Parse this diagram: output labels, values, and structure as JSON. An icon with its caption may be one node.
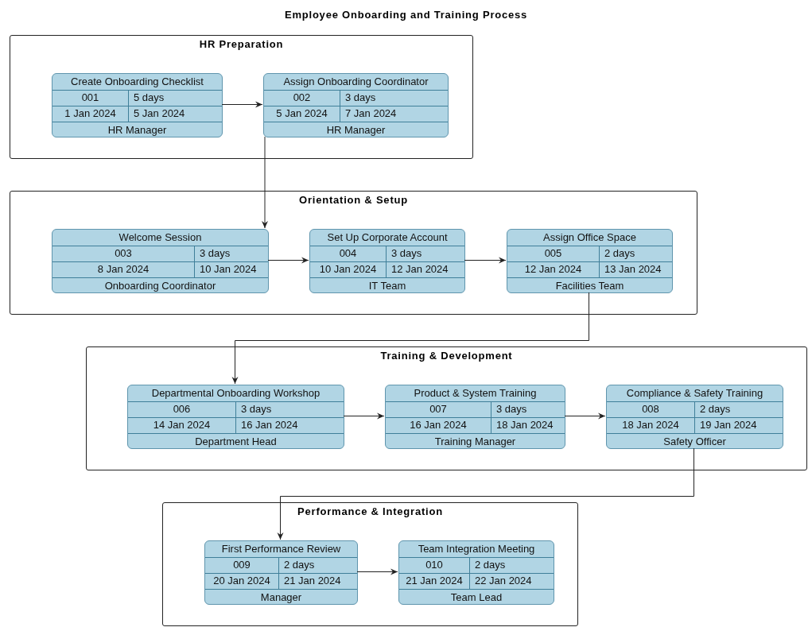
{
  "diagram": {
    "title": "Employee Onboarding and Training Process",
    "nodes": [
      {
        "text": [
          "HR Preparation"
        ]
      },
      {
        "text": [
          "Create Onboarding Checklist",
          "001",
          "5 days",
          "1 Jan 2024",
          "5 Jan 2024",
          "HR Manager"
        ],
        "in": 0
      },
      {
        "text": [
          "Assign Onboarding Coordinator",
          "002",
          "3 days",
          "5 Jan 2024",
          "7 Jan 2024",
          "HR Manager"
        ],
        "in": 0
      },
      {
        "text": [
          "Orientation & Setup"
        ]
      },
      {
        "text": [
          "Welcome Session",
          "003",
          "3 days",
          "8 Jan 2024",
          "10 Jan 2024",
          "Onboarding Coordinator"
        ],
        "in": 3
      },
      {
        "text": [
          "Set Up Corporate Account",
          "004",
          "3 days",
          "10 Jan 2024",
          "12 Jan 2024",
          "IT Team"
        ],
        "in": 3
      },
      {
        "text": [
          "Assign Office Space",
          "005",
          "2 days",
          "12 Jan 2024",
          "13 Jan 2024",
          "Facilities Team"
        ],
        "in": 3
      },
      {
        "text": [
          "Training & Development"
        ]
      },
      {
        "text": [
          "Departmental Onboarding Workshop",
          "006",
          "3 days",
          "14 Jan 2024",
          "16 Jan 2024",
          "Department Head"
        ],
        "in": 7
      },
      {
        "text": [
          "Product & System Training",
          "007",
          "3 days",
          "16 Jan 2024",
          "18 Jan 2024",
          "Training Manager"
        ],
        "in": 7
      },
      {
        "text": [
          "Compliance & Safety Training",
          "008",
          "2 days",
          "18 Jan 2024",
          "19 Jan 2024",
          "Safety Officer"
        ],
        "in": 7
      },
      {
        "text": [
          "Performance & Integration"
        ]
      },
      {
        "text": [
          "First Performance Review",
          "009",
          "2 days",
          "20 Jan 2024",
          "21 Jan 2024",
          "Manager"
        ],
        "in": 11
      },
      {
        "text": [
          "Team Integration Meeting",
          "010",
          "2 days",
          "21 Jan 2024",
          "22 Jan 2024",
          "Team Lead"
        ],
        "in": 11
      }
    ],
    "edges": [
      {
        "from": 1,
        "to": 2,
        "arrow": "to"
      },
      {
        "from": 2,
        "to": 4,
        "arrow": "to"
      },
      {
        "from": 4,
        "to": 5,
        "arrow": "to"
      },
      {
        "from": 5,
        "to": 6,
        "arrow": "to"
      },
      {
        "from": 6,
        "to": 8,
        "arrow": "to"
      },
      {
        "from": 8,
        "to": 9,
        "arrow": "to"
      },
      {
        "from": 9,
        "to": 10,
        "arrow": "to"
      },
      {
        "from": 10,
        "to": 12,
        "arrow": "to"
      },
      {
        "from": 12,
        "to": 13,
        "arrow": "to"
      }
    ]
  }
}
